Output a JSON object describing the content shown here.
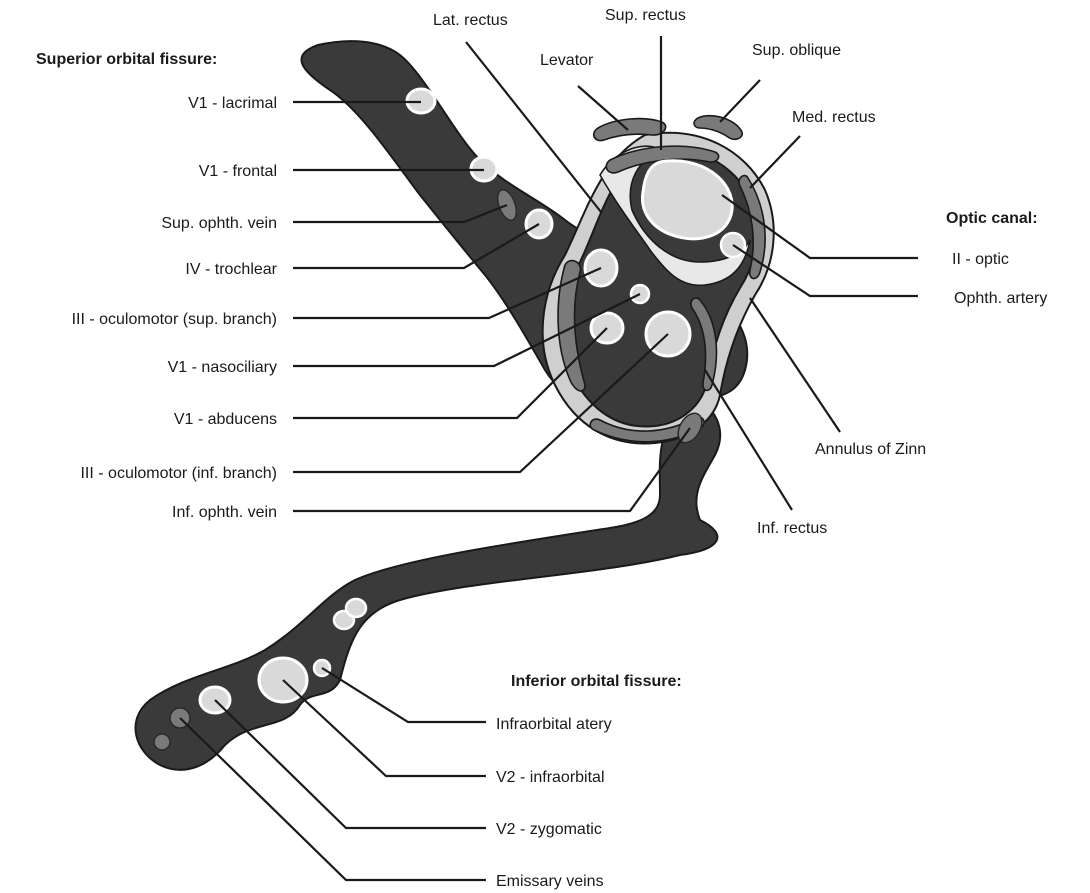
{
  "headings": {
    "superior": "Superior orbital fissure:",
    "optic": "Optic canal:",
    "inferior": "Inferior orbital fissure:"
  },
  "labels": {
    "lat_rectus": "Lat. rectus",
    "sup_rectus": "Sup. rectus",
    "levator": "Levator",
    "sup_oblique": "Sup. oblique",
    "med_rectus": "Med. rectus",
    "v1_lacrimal": "V1 - lacrimal",
    "v1_frontal": "V1 - frontal",
    "sup_ophth_vein": "Sup. ophth. vein",
    "iv_trochlear": "IV - trochlear",
    "iii_sup": "III - oculomotor (sup. branch)",
    "v1_nasociliary": "V1 - nasociliary",
    "v1_abducens": "V1 - abducens",
    "iii_inf": "III - oculomotor (inf. branch)",
    "inf_ophth_vein": "Inf. ophth. vein",
    "ii_optic": "II - optic",
    "ophth_artery": "Ophth. artery",
    "annulus": "Annulus of Zinn",
    "inf_rectus": "Inf. rectus",
    "infraorbital_artery": "Infraorbital atery",
    "v2_infraorbital": "V2 - infraorbital",
    "v2_zygomatic": "V2 - zygomatic",
    "emissary": "Emissary veins"
  }
}
